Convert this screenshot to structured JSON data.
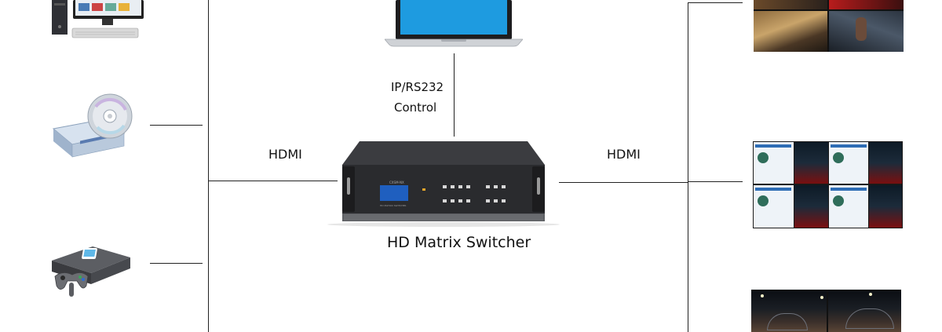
{
  "labels": {
    "control": [
      "IP/RS232",
      "Control"
    ],
    "hdmi_left": "HDMI",
    "hdmi_right": "HDMI",
    "switcher": "HD Matrix Switcher"
  },
  "sources": [
    {
      "name": "desktop-computer"
    },
    {
      "name": "dvd-drive"
    },
    {
      "name": "game-console"
    }
  ],
  "displays": [
    {
      "name": "display-movie-wall"
    },
    {
      "name": "display-web-racing-wall"
    },
    {
      "name": "display-racing-night"
    }
  ],
  "colors": {
    "line": "#222222",
    "laptop_screen": "#1e9be0",
    "device_body": "#2b2b2b"
  }
}
